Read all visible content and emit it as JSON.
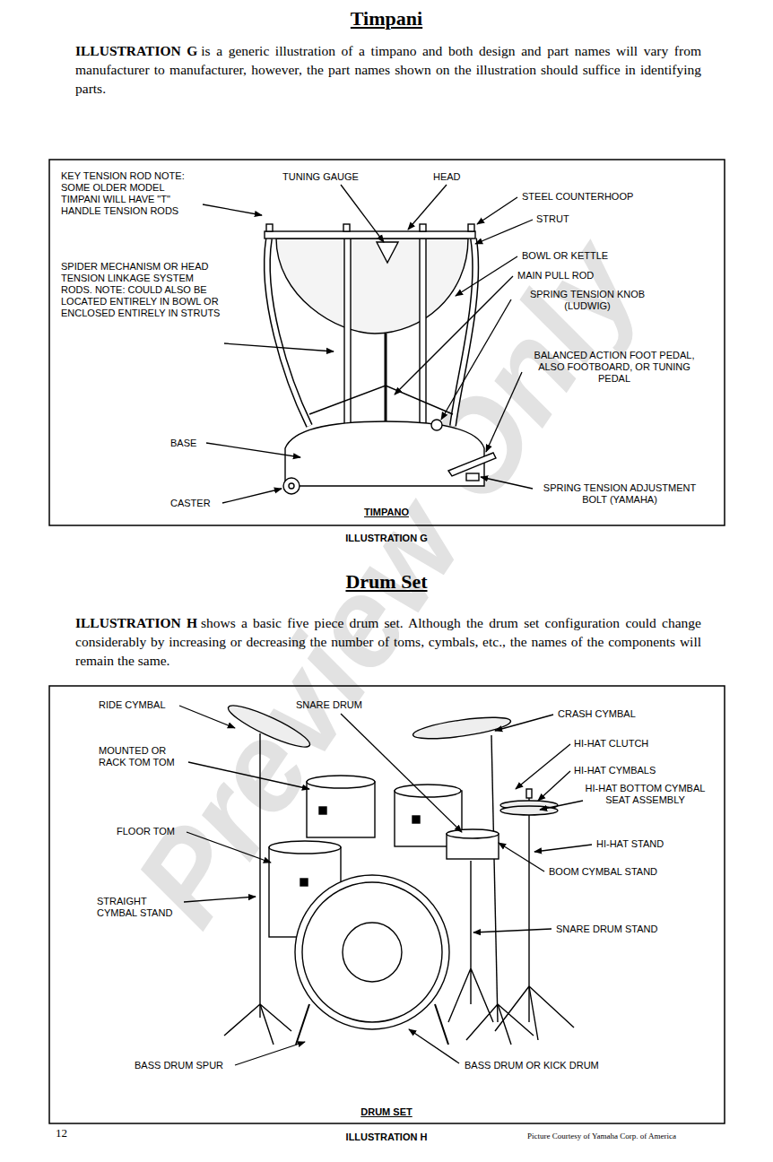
{
  "diagram": {
    "title": "Timpani",
    "labels": [
      "ILLUSTRATION G",
      "is a generic illustration of a timpano and both design and part names will vary from manufacturer to manufacturer, however, the part names shown on the illustration should suffice in identifying parts.",
      "KEY TENSION ROD NOTE: SOME OLDER MODEL TIMPANI WILL HAVE \"T\" HANDLE TENSION RODS",
      "TUNING GAUGE",
      "HEAD",
      "STEEL COUNTERHOOP",
      "STRUT",
      "SPIDER MECHANISM OR HEAD TENSION LINKAGE SYSTEM RODS. NOTE: COULD ALSO BE LOCATED ENTIRELY IN BOWL OR ENCLOSED ENTIRELY IN STRUTS",
      "BOWL OR KETTLE",
      "MAIN PULL ROD",
      "SPRING TENSION KNOB (LUDWIG)",
      "BALANCED ACTION FOOT PEDAL, ALSO FOOTBOARD, OR TUNING PEDAL",
      "BASE",
      "CASTER",
      "SPRING TENSION ADJUSTMENT BOLT (YAMAHA)",
      "TIMPANO",
      "ILLUSTRATION G",
      "Drum Set",
      "ILLUSTRATION H",
      "shows a basic five piece drum set. Although the drum set configuration could change considerably by increasing or decreasing the number of toms, cymbals, etc., the names of the components will remain the same.",
      "RIDE CYMBAL",
      "SNARE DRUM",
      "CRASH CYMBAL",
      "HI-HAT CLUTCH",
      "MOUNTED OR RACK TOM TOM",
      "HI-HAT CYMBALS",
      "HI-HAT BOTTOM CYMBAL SEAT ASSEMBLY",
      "FLOOR TOM",
      "HI-HAT STAND",
      "BOOM CYMBAL STAND",
      "STRAIGHT CYMBAL STAND",
      "SNARE DRUM STAND",
      "BASS DRUM SPUR",
      "BASS DRUM OR KICK DRUM",
      "DRUM SET",
      "ILLUSTRATION H",
      "12",
      "Picture Courtesy of Yamaha Corp. of America",
      "Preview Only"
    ]
  }
}
